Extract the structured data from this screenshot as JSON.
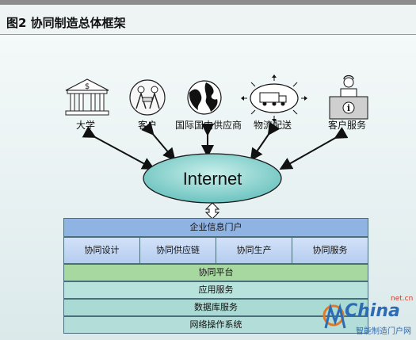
{
  "figure": {
    "title": "图2   协同制造总体框架"
  },
  "nodes": [
    {
      "label": "大学",
      "icon": "bank-building-icon"
    },
    {
      "label": "客户",
      "icon": "people-meeting-icon"
    },
    {
      "label": "国际国内供应商",
      "icon": "globe-icon"
    },
    {
      "label": "物流配送",
      "icon": "delivery-truck-icon"
    },
    {
      "label": "客户服务",
      "icon": "service-desk-icon"
    }
  ],
  "hub": {
    "label": "Internet"
  },
  "layers": {
    "portal": "企业信息门户",
    "modules": [
      "协同设计",
      "协同供应链",
      "协同生产",
      "协同服务"
    ],
    "platform": "协同平台",
    "app_service": "应用服务",
    "db_service": "数据库服务",
    "os": "网络操作系统"
  },
  "watermark": {
    "name": "China",
    "domain": "net.cn",
    "tagline": "智能制造门户网"
  },
  "colors": {
    "hub_fill": "#8fd3cf",
    "portal": "#8fb3e3",
    "platform": "#a7d8a0",
    "service_layers": "#b3ddd8",
    "brand": "#2d6bb3"
  }
}
